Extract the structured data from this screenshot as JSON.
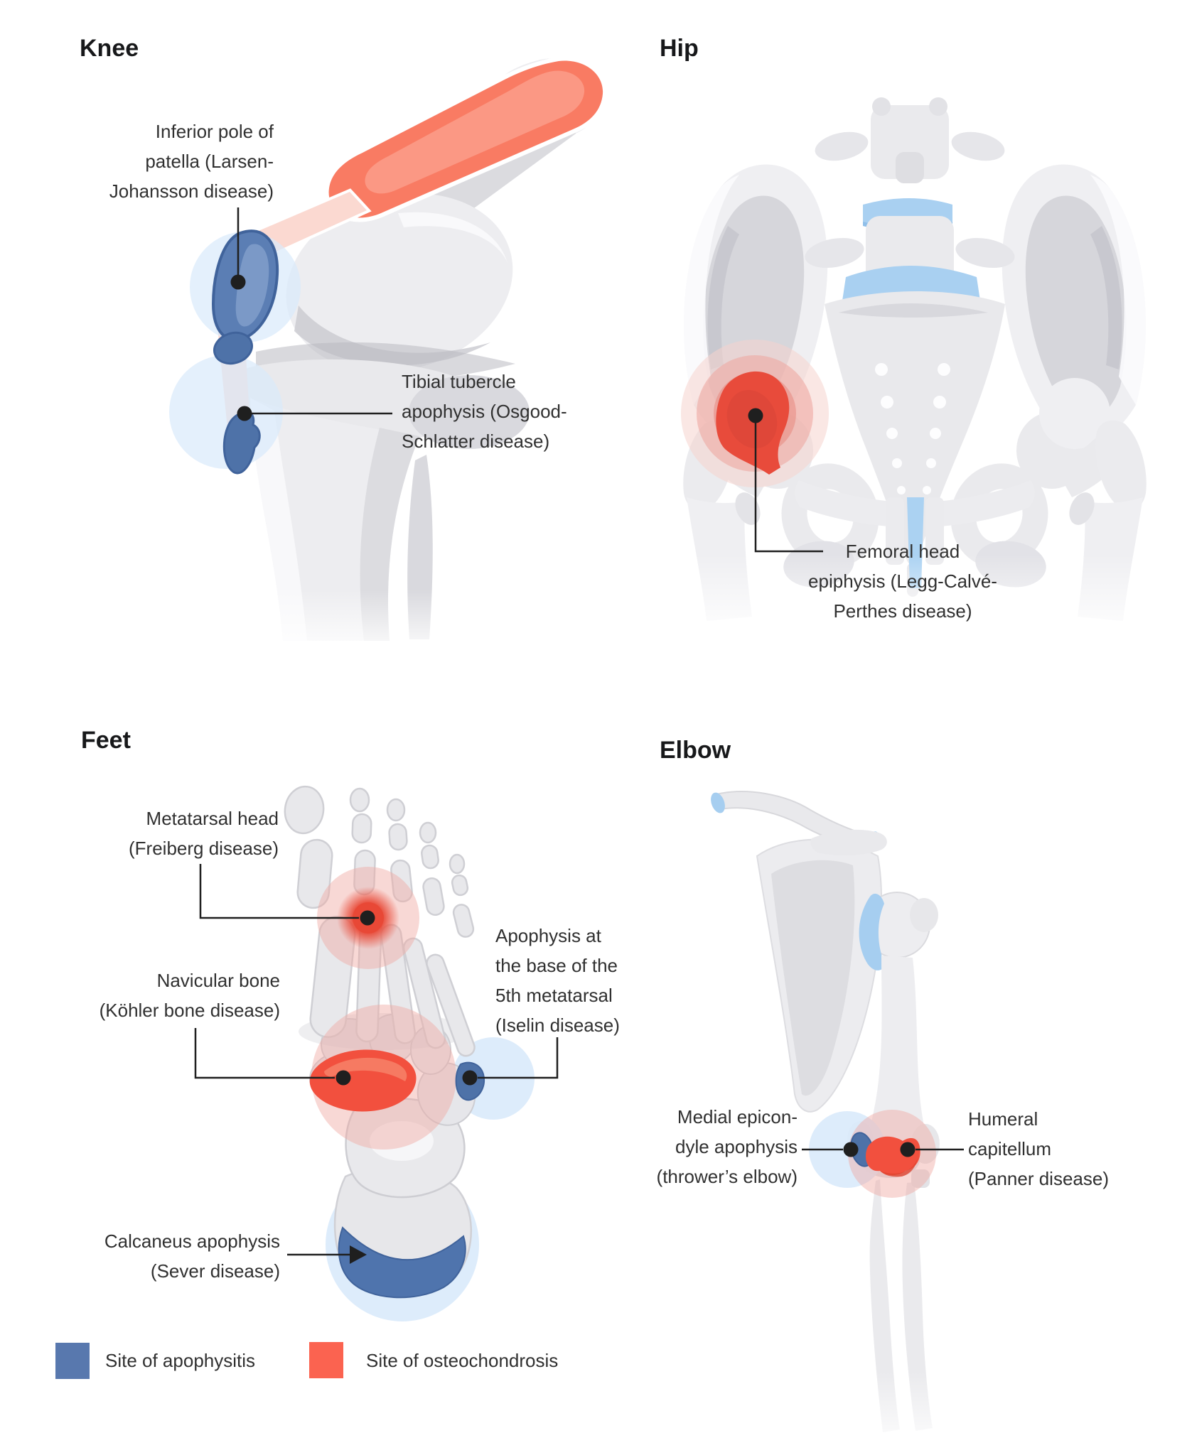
{
  "panels": {
    "knee": {
      "heading": "Knee",
      "labels": {
        "patella": "Inferior pole of\npatella (Larsen-\nJohansson disease)",
        "tibial_tubercle": "Tibial tubercle\napophysis (Osgood-\nSchlatter disease)"
      }
    },
    "hip": {
      "heading": "Hip",
      "labels": {
        "femoral_head": "Femoral head\nepiphysis (Legg-Calvé-\nPerthes disease)"
      }
    },
    "feet": {
      "heading": "Feet",
      "labels": {
        "metatarsal_head": "Metatarsal head\n(Freiberg disease)",
        "navicular": "Navicular bone\n(Köhler bone disease)",
        "fifth_metatarsal": "Apophysis at\nthe base of the\n5th metatarsal\n(Iselin disease)",
        "calcaneus": "Calcaneus apophysis\n(Sever disease)"
      }
    },
    "elbow": {
      "heading": "Elbow",
      "labels": {
        "medial_epicondyle": "Medial epicon-\ndyle apophysis\n(thrower’s elbow)",
        "capitellum": "Humeral\ncapitellum\n(Panner disease)"
      }
    }
  },
  "legend": {
    "items": [
      {
        "label": "Site of apophysitis",
        "color": "#5878AE"
      },
      {
        "label": "Site of osteochondrosis",
        "color": "#FB6350"
      }
    ]
  },
  "colors": {
    "apophysitis_blue": "#5878AE",
    "apophysitis_blue_dark": "#40639B",
    "osteochondrosis_red": "#FB6350",
    "solid_red": "#E84B3B",
    "halo_blue": "#D9EAFB",
    "halo_red": "#EFA9A1",
    "cartilage_blue": "#A9D0F1",
    "bone_gray": "#EDEDF0",
    "bone_shade": "#D6D6DB",
    "muscle_salmon": "#F97B63",
    "tendon_pink": "#FBD9D1",
    "leader_black": "#1F1F1F",
    "text": "#303030"
  }
}
